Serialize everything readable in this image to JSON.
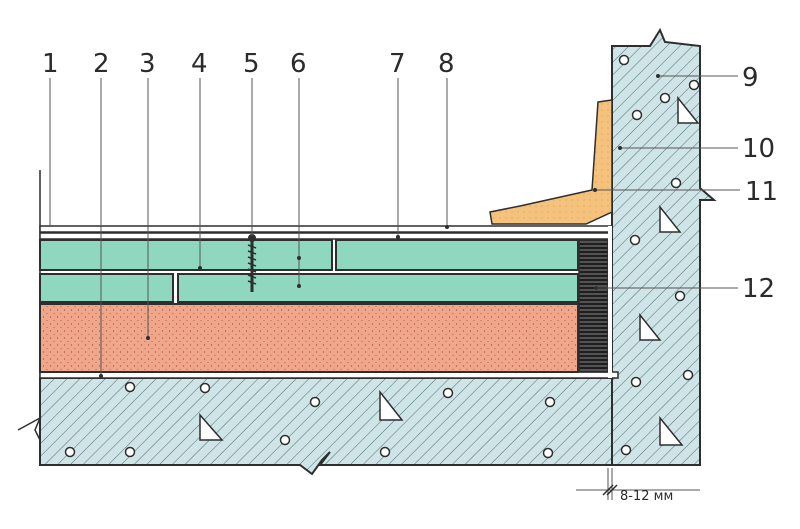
{
  "labels": {
    "l1": "1",
    "l2": "2",
    "l3": "3",
    "l4": "4",
    "l5": "5",
    "l6": "6",
    "l7": "7",
    "l8": "8",
    "l9": "9",
    "l10": "10",
    "l11": "11",
    "l12": "12"
  },
  "dimension": "8-12 мм",
  "colors": {
    "concrete": "#cfe4e6",
    "hatch": "#4a6e76",
    "board": "#8fd7bf",
    "insulation": "#f0a68a",
    "wood": "#f4c27c",
    "outline": "#2e2e2e"
  }
}
